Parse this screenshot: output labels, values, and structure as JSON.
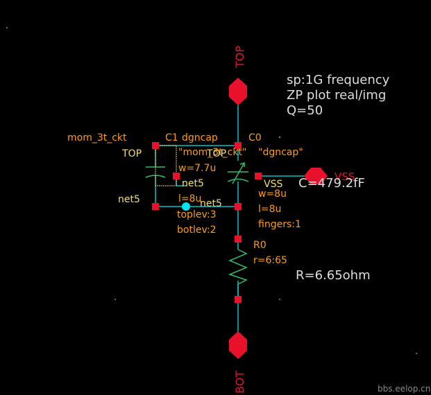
{
  "colors": {
    "background": "#000000",
    "wire": "#00c4c4",
    "pin": "#e8102a",
    "label_orange": "#ff9d10",
    "label_yellow": "#f3e06a",
    "label_white": "#ffffff",
    "label_light": "#dddddd",
    "instance_box": "#f3e06a",
    "junction": "#00e5f0",
    "symbol_green": "#2fbf6b",
    "grid_dot": "#888888"
  },
  "pins": {
    "top": "TOP",
    "bot": "BOT",
    "vss": "VSS"
  },
  "annotation": {
    "line1": "sp:1G frequency",
    "line2": "ZP plot real/img",
    "line3": "Q=50"
  },
  "c1": {
    "cell": "mom_3t_ckt",
    "inst": "C1",
    "model": "dgncap",
    "term_top": "TOP",
    "term_net5": "net5",
    "net5_inner": "net5",
    "cellname": "\"mom_3t_ckt\"",
    "w": "w=7.7u",
    "l": "l=8u",
    "toplev": "toplev:3",
    "botlev": "botlev:2"
  },
  "c0": {
    "inst": "C0",
    "cellname": "\"dgncap\"",
    "term_top": "TOP",
    "term_vss": "VSS",
    "net5": "net5",
    "w": "w=8u",
    "l": "l=8u",
    "fingers": "fingers:1",
    "result": "C=479.2fF"
  },
  "r0": {
    "inst": "R0",
    "param": "r=6:65",
    "result": "R=6.65ohm"
  },
  "watermark": "bbs.eelop.cn"
}
